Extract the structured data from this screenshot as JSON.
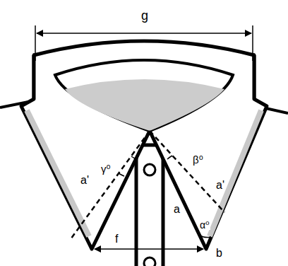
{
  "diagram": {
    "labels": [
      "g",
      "γ⁰",
      "β⁰",
      "a'",
      "a'",
      "a",
      "α⁰",
      "f",
      "b"
    ]
  }
}
